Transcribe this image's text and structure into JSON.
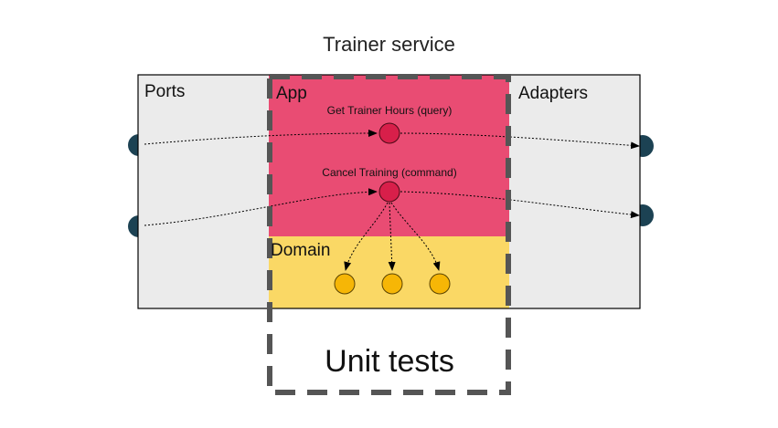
{
  "diagram": {
    "title": "Trainer service",
    "sections": {
      "ports": "Ports",
      "app": "App",
      "adapters": "Adapters",
      "domain": "Domain"
    },
    "operations": {
      "query": "Get Trainer Hours (query)",
      "command": "Cancel Training (command)"
    },
    "test_scope": "Unit tests",
    "colors": {
      "side_panels": "#ebebeb",
      "app": "#e94c73",
      "domain": "#fad865",
      "operation_node": "#d81f4a",
      "domain_node": "#f6b606",
      "port_node": "#1c4253",
      "test_boundary": "#555555"
    }
  }
}
